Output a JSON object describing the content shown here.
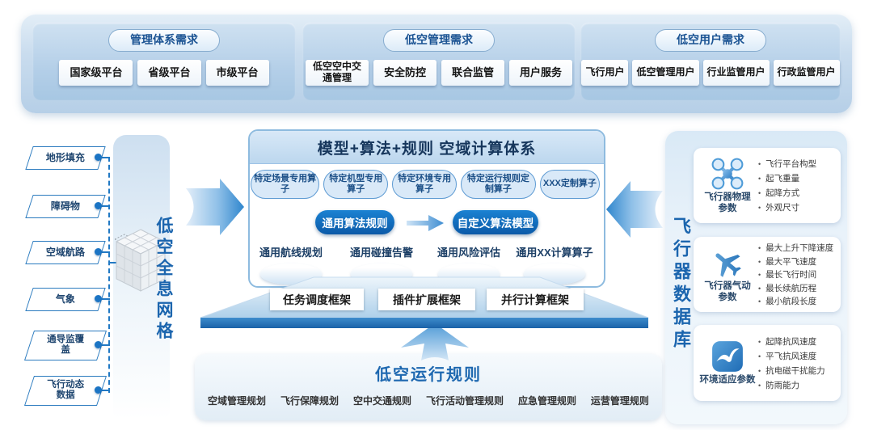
{
  "top_sections": [
    {
      "title": "管理体系需求",
      "items": [
        "国家级平台",
        "省级平台",
        "市级平台"
      ]
    },
    {
      "title": "低空管理需求",
      "items": [
        "低空空中交通管理",
        "安全防控",
        "联合监管",
        "用户服务"
      ]
    },
    {
      "title": "低空用户需求",
      "items": [
        "飞行用户",
        "低空管理用户",
        "行业监管用户",
        "行政监管用户"
      ]
    }
  ],
  "left_inputs": {
    "grid_label": "低空全息网格",
    "items": [
      "地形填充",
      "障碍物",
      "空域航路",
      "气象",
      "通导监覆盖",
      "飞行动态数据"
    ]
  },
  "center": {
    "title": "模型+算法+规则 空域计算体系",
    "special_operators": [
      "特定场景专用算子",
      "特定机型专用算子",
      "特定环境专用算子",
      "特定运行规则定制算子",
      "XXX定制算子"
    ],
    "flow": {
      "from": "通用算法规则",
      "to": "自定义算法模型"
    },
    "general_modules": [
      "通用航线规划",
      "通用碰撞告警",
      "通用风险评估",
      "通用XX计算算子"
    ],
    "frameworks": [
      "任务调度框架",
      "插件扩展框架",
      "并行计算框架"
    ]
  },
  "bottom": {
    "title": "低空运行规则",
    "items": [
      "空域管理规划",
      "飞行保障规划",
      "空中交通规则",
      "飞行活动管理规则",
      "应急管理规则",
      "运营管理规则"
    ]
  },
  "right_panel": {
    "title": "飞行器数据库",
    "cards": [
      {
        "label": "飞行器物理参数",
        "icon": "drone-icon",
        "bullets": [
          "飞行平台构型",
          "起飞重量",
          "起降方式",
          "外观尺寸"
        ]
      },
      {
        "label": "飞行器气动参数",
        "icon": "airplane-icon",
        "bullets": [
          "最大上升下降速度",
          "最大平飞速度",
          "最长飞行时间",
          "最长续航历程",
          "最小航段长度"
        ]
      },
      {
        "label": "环境适应参数",
        "icon": "bird-icon",
        "bullets": [
          "起降抗风速度",
          "平飞抗风速度",
          "抗电磁干扰能力",
          "防雨能力"
        ]
      }
    ]
  },
  "colors": {
    "accent_blue": "#1b65ae",
    "dark_pill_blue": "#0b5aa8",
    "light_pill_fill": "#d9e9f8",
    "panel_border": "#8ebbdf",
    "dark_navy_text": "#16365c"
  }
}
